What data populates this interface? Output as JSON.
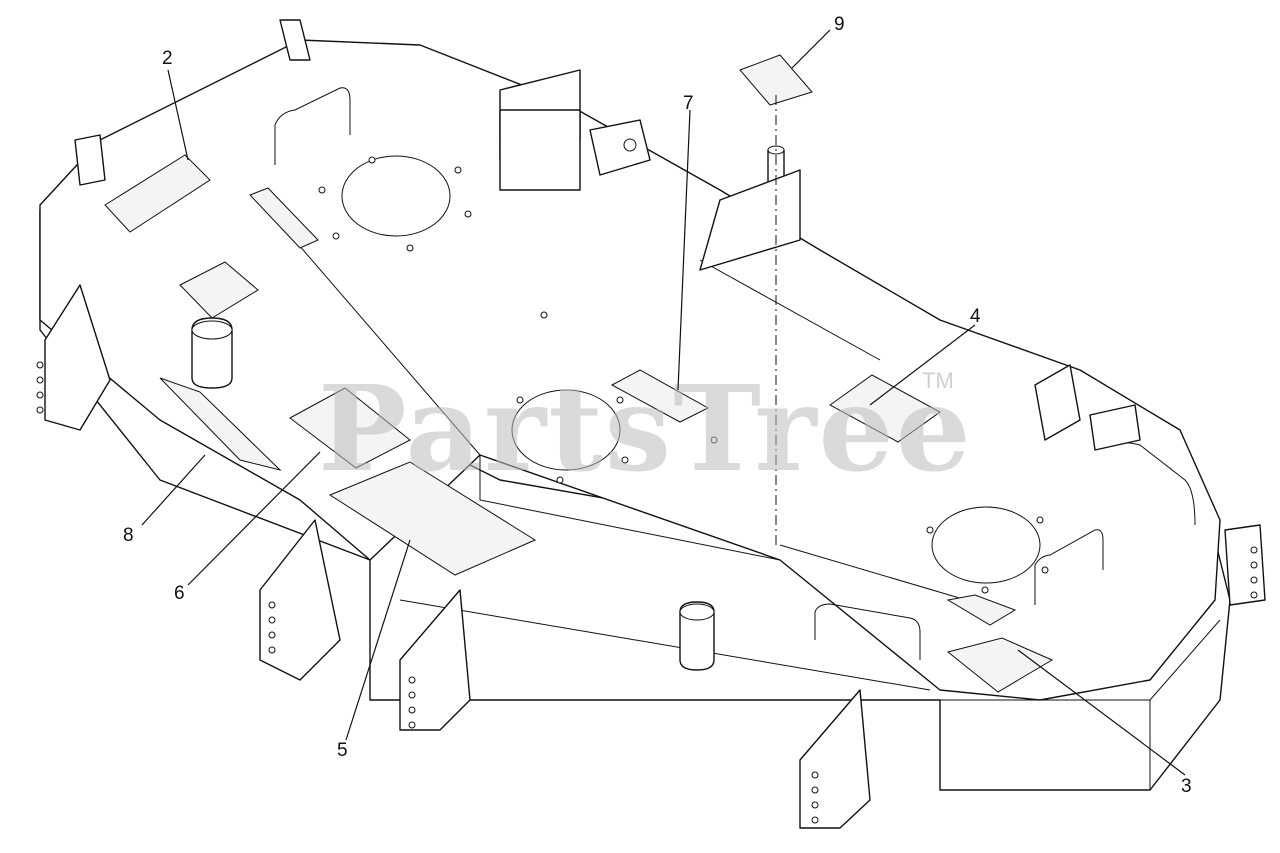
{
  "watermark": {
    "text": "PartsTree",
    "trademark": "TM"
  },
  "callouts": [
    {
      "id": "callout-2",
      "label": "2"
    },
    {
      "id": "callout-9",
      "label": "9"
    },
    {
      "id": "callout-7",
      "label": "7"
    },
    {
      "id": "callout-4",
      "label": "4"
    },
    {
      "id": "callout-8",
      "label": "8"
    },
    {
      "id": "callout-6",
      "label": "6"
    },
    {
      "id": "callout-5",
      "label": "5"
    },
    {
      "id": "callout-3",
      "label": "3"
    }
  ],
  "colors": {
    "line": "#111111",
    "background": "#ffffff",
    "watermark": "#bdbdbd"
  }
}
